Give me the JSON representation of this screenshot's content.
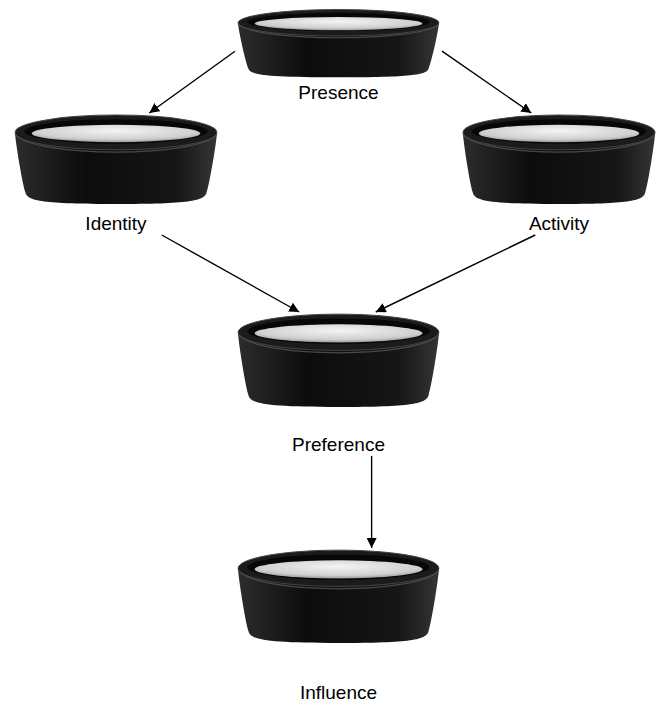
{
  "diagram": {
    "nodes": [
      {
        "text": [
          "Presence"
        ]
      },
      {
        "text": [
          "Identity"
        ]
      },
      {
        "text": [
          "Activity"
        ]
      },
      {
        "text": [
          "Preference"
        ]
      },
      {
        "text": [
          "Influence"
        ]
      }
    ],
    "edges": [
      {
        "from": 0,
        "to": 1,
        "arrow": "to"
      },
      {
        "from": 0,
        "to": 2,
        "arrow": "to"
      },
      {
        "from": 1,
        "to": 3,
        "arrow": "to"
      },
      {
        "from": 2,
        "to": 3,
        "arrow": "to"
      },
      {
        "from": 3,
        "to": 4,
        "arrow": "to"
      }
    ]
  }
}
